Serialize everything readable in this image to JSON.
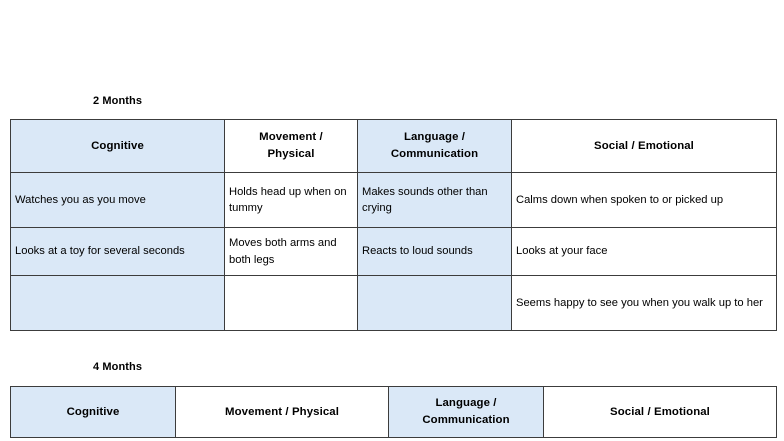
{
  "colors": {
    "tint": "#dae8f7",
    "border": "#3c3c3c",
    "outer_border": "#1a1a1a",
    "text": "#000000",
    "background": "#ffffff"
  },
  "sections": [
    {
      "label": "2 Months",
      "columns": [
        {
          "header": "Cognitive",
          "tinted": true
        },
        {
          "header": "Movement /\nPhysical",
          "header_line1": "Movement /",
          "header_line2": "Physical",
          "tinted": false
        },
        {
          "header": "Language /\nCommunication",
          "header_line1": "Language /",
          "header_line2": "Communication",
          "tinted": true
        },
        {
          "header": "Social / Emotional",
          "tinted": false
        }
      ],
      "rows": [
        {
          "cognitive": "Watches you as you move",
          "movement": "Holds head up when on tummy",
          "language": "Makes sounds other than crying",
          "social": "Calms down when spoken to or picked up"
        },
        {
          "cognitive": "Looks at a toy for several seconds",
          "movement": "Moves both arms and both legs",
          "language": "Reacts to loud sounds",
          "social": "Looks at your face"
        },
        {
          "cognitive": "",
          "movement": "",
          "language": "",
          "social": "Seems happy to see you when you walk up to her"
        }
      ]
    },
    {
      "label": "4 Months",
      "columns": [
        {
          "header": "Cognitive",
          "tinted": true
        },
        {
          "header": "Movement / Physical",
          "tinted": false
        },
        {
          "header": "Language /\nCommunication",
          "header_line1": "Language /",
          "header_line2": "Communication",
          "tinted": true
        },
        {
          "header": "Social / Emotional",
          "tinted": false
        }
      ],
      "rows": []
    }
  ]
}
